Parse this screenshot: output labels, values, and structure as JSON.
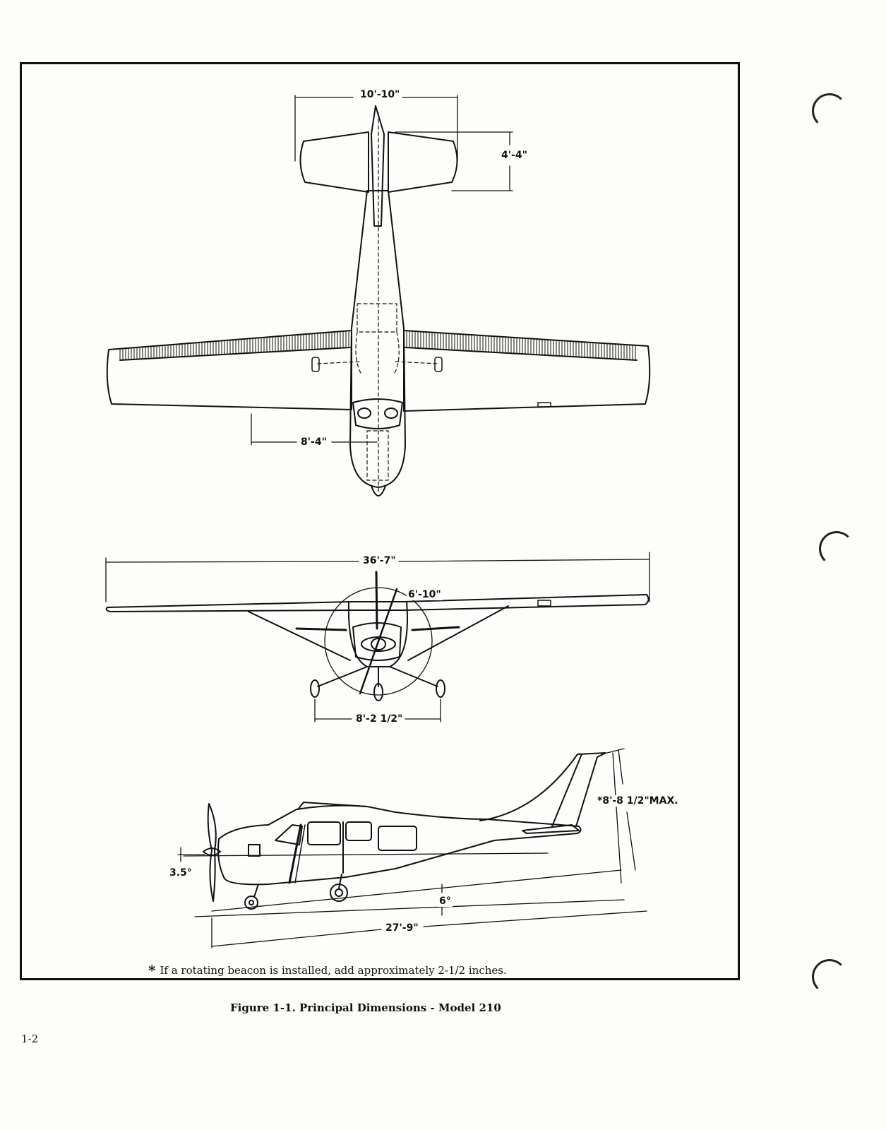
{
  "dimensions": {
    "stab_span": "10'-10\"",
    "stab_chord": "4'-4\"",
    "main_gear_station": "8'-4\"",
    "wing_span": "36'-7\"",
    "prop_diameter": "6'-10\"",
    "tread": "8'-2 1/2\"",
    "height_max": "8'-8 1/2\"MAX.",
    "prop_angle": "3.5°",
    "ground_angle": "6°",
    "length": "27'-9\""
  },
  "footnote": {
    "marker": "*",
    "text": "If a rotating beacon is installed, add approximately 2-1/2 inches."
  },
  "caption": "Figure 1-1.   Principal Dimensions - Model 210",
  "page_number": "1-2"
}
